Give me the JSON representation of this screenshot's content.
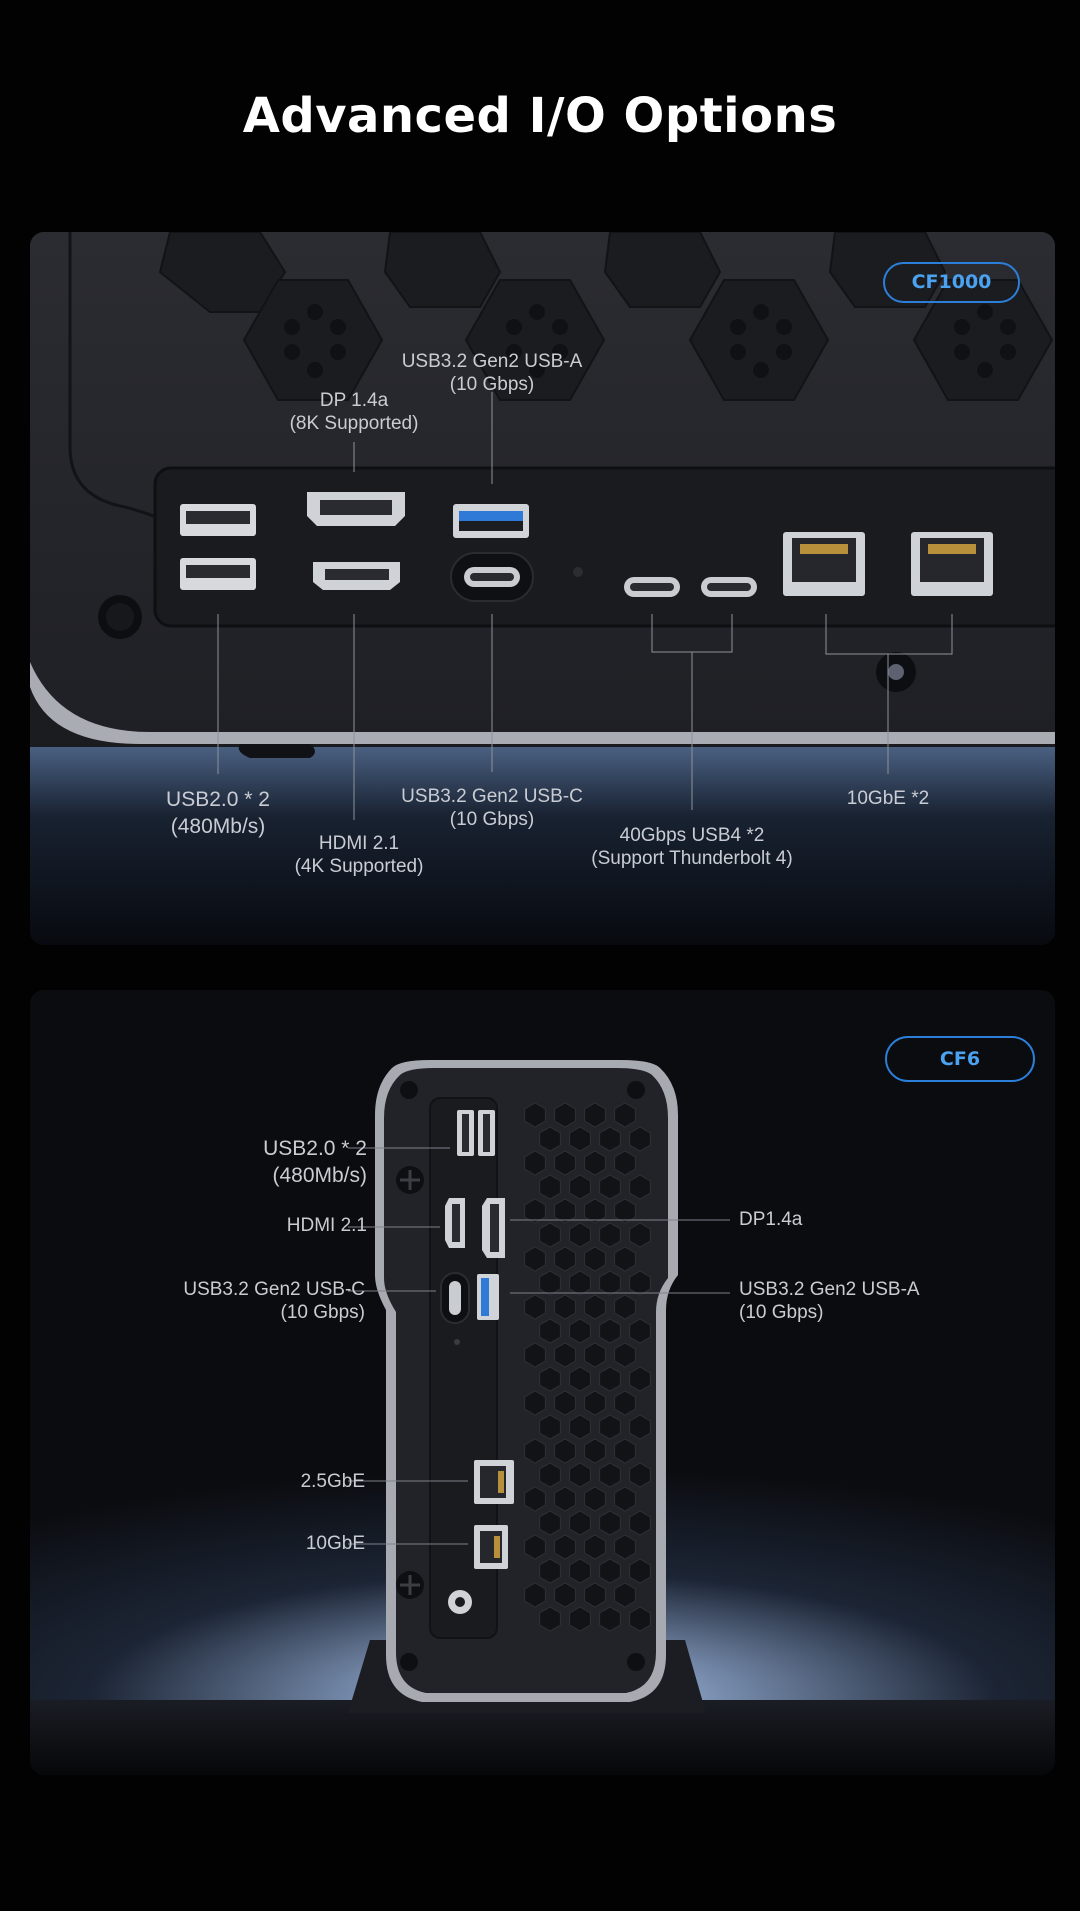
{
  "title": "Advanced I/O Options",
  "cf1000": {
    "badge": "CF1000",
    "labels": {
      "usb_a_top": [
        "USB3.2 Gen2 USB-A",
        "(10 Gbps)"
      ],
      "dp": [
        "DP 1.4a",
        "(8K Supported)"
      ],
      "usb2": [
        "USB2.0 * 2",
        "(480Mb/s)"
      ],
      "hdmi": [
        "HDMI 2.1",
        "(4K Supported)"
      ],
      "usb_c": [
        "USB3.2 Gen2 USB-C",
        "(10 Gbps)"
      ],
      "usb4": [
        "40Gbps USB4 *2",
        "(Support Thunderbolt 4)"
      ],
      "lan": [
        "10GbE *2"
      ]
    }
  },
  "cf6": {
    "badge": "CF6",
    "labels": {
      "usb2": [
        "USB2.0 * 2",
        "(480Mb/s)"
      ],
      "hdmi": [
        "HDMI 2.1"
      ],
      "usb_c": [
        "USB3.2 Gen2 USB-C",
        "(10 Gbps)"
      ],
      "dp": [
        "DP1.4a"
      ],
      "usb_a": [
        "USB3.2 Gen2 USB-A",
        "(10 Gbps)"
      ],
      "lan25": [
        "2.5GbE"
      ],
      "lan10": [
        "10GbE"
      ]
    }
  },
  "colors": {
    "accent": "#2c7fd8",
    "label": "#c9ccd2",
    "background": "#020203"
  }
}
